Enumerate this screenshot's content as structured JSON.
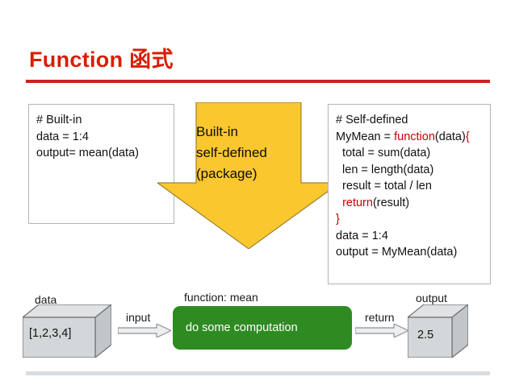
{
  "slide": {
    "title": "Function 函式",
    "title_color": "#d81e05",
    "rule_color": "#c4261d",
    "footer_rule_color": "#d9dde0"
  },
  "builtin_box": {
    "name": "built-in example",
    "lines": [
      "# Built-in",
      "data = 1:4",
      "output= mean(data)"
    ]
  },
  "arrow_banner": {
    "color": "#fbc72f",
    "line1": "Built-in",
    "line2": "self-defined",
    "line3": "(package)"
  },
  "selfdefined_box": {
    "name": "self-defined example",
    "keyword_color": "#cc0000",
    "lines": [
      {
        "pre": "# Self-defined",
        "kw": "",
        "post": ""
      },
      {
        "pre": "MyMean = ",
        "kw": "function",
        "post": "(data){",
        "brace_red": true
      },
      {
        "pre": "  total = sum(data)",
        "kw": "",
        "post": ""
      },
      {
        "pre": "  len = length(data)",
        "kw": "",
        "post": ""
      },
      {
        "pre": "  result = total / len",
        "kw": "",
        "post": ""
      },
      {
        "pre": "  ",
        "kw": "return",
        "post": "(result)"
      },
      {
        "pre": "",
        "kw": "}",
        "post": ""
      },
      {
        "pre": "data = 1:4",
        "kw": "",
        "post": ""
      },
      {
        "pre": "output = MyMean(data)",
        "kw": "",
        "post": ""
      }
    ],
    "plain_lines": [
      "# Self-defined",
      "MyMean = function(data){",
      "  total = sum(data)",
      "  len = length(data)",
      "  result = total / len",
      "  return(result)",
      "}",
      "data = 1:4",
      "output = MyMean(data)"
    ]
  },
  "flow": {
    "data_label": "data",
    "data_value": "[1,2,3,4]",
    "input_label": "input",
    "function_label": "function: mean",
    "process_text": "do some computation",
    "process_color": "#2e8b22",
    "return_label": "return",
    "output_label": "output",
    "output_value": "2.5"
  }
}
